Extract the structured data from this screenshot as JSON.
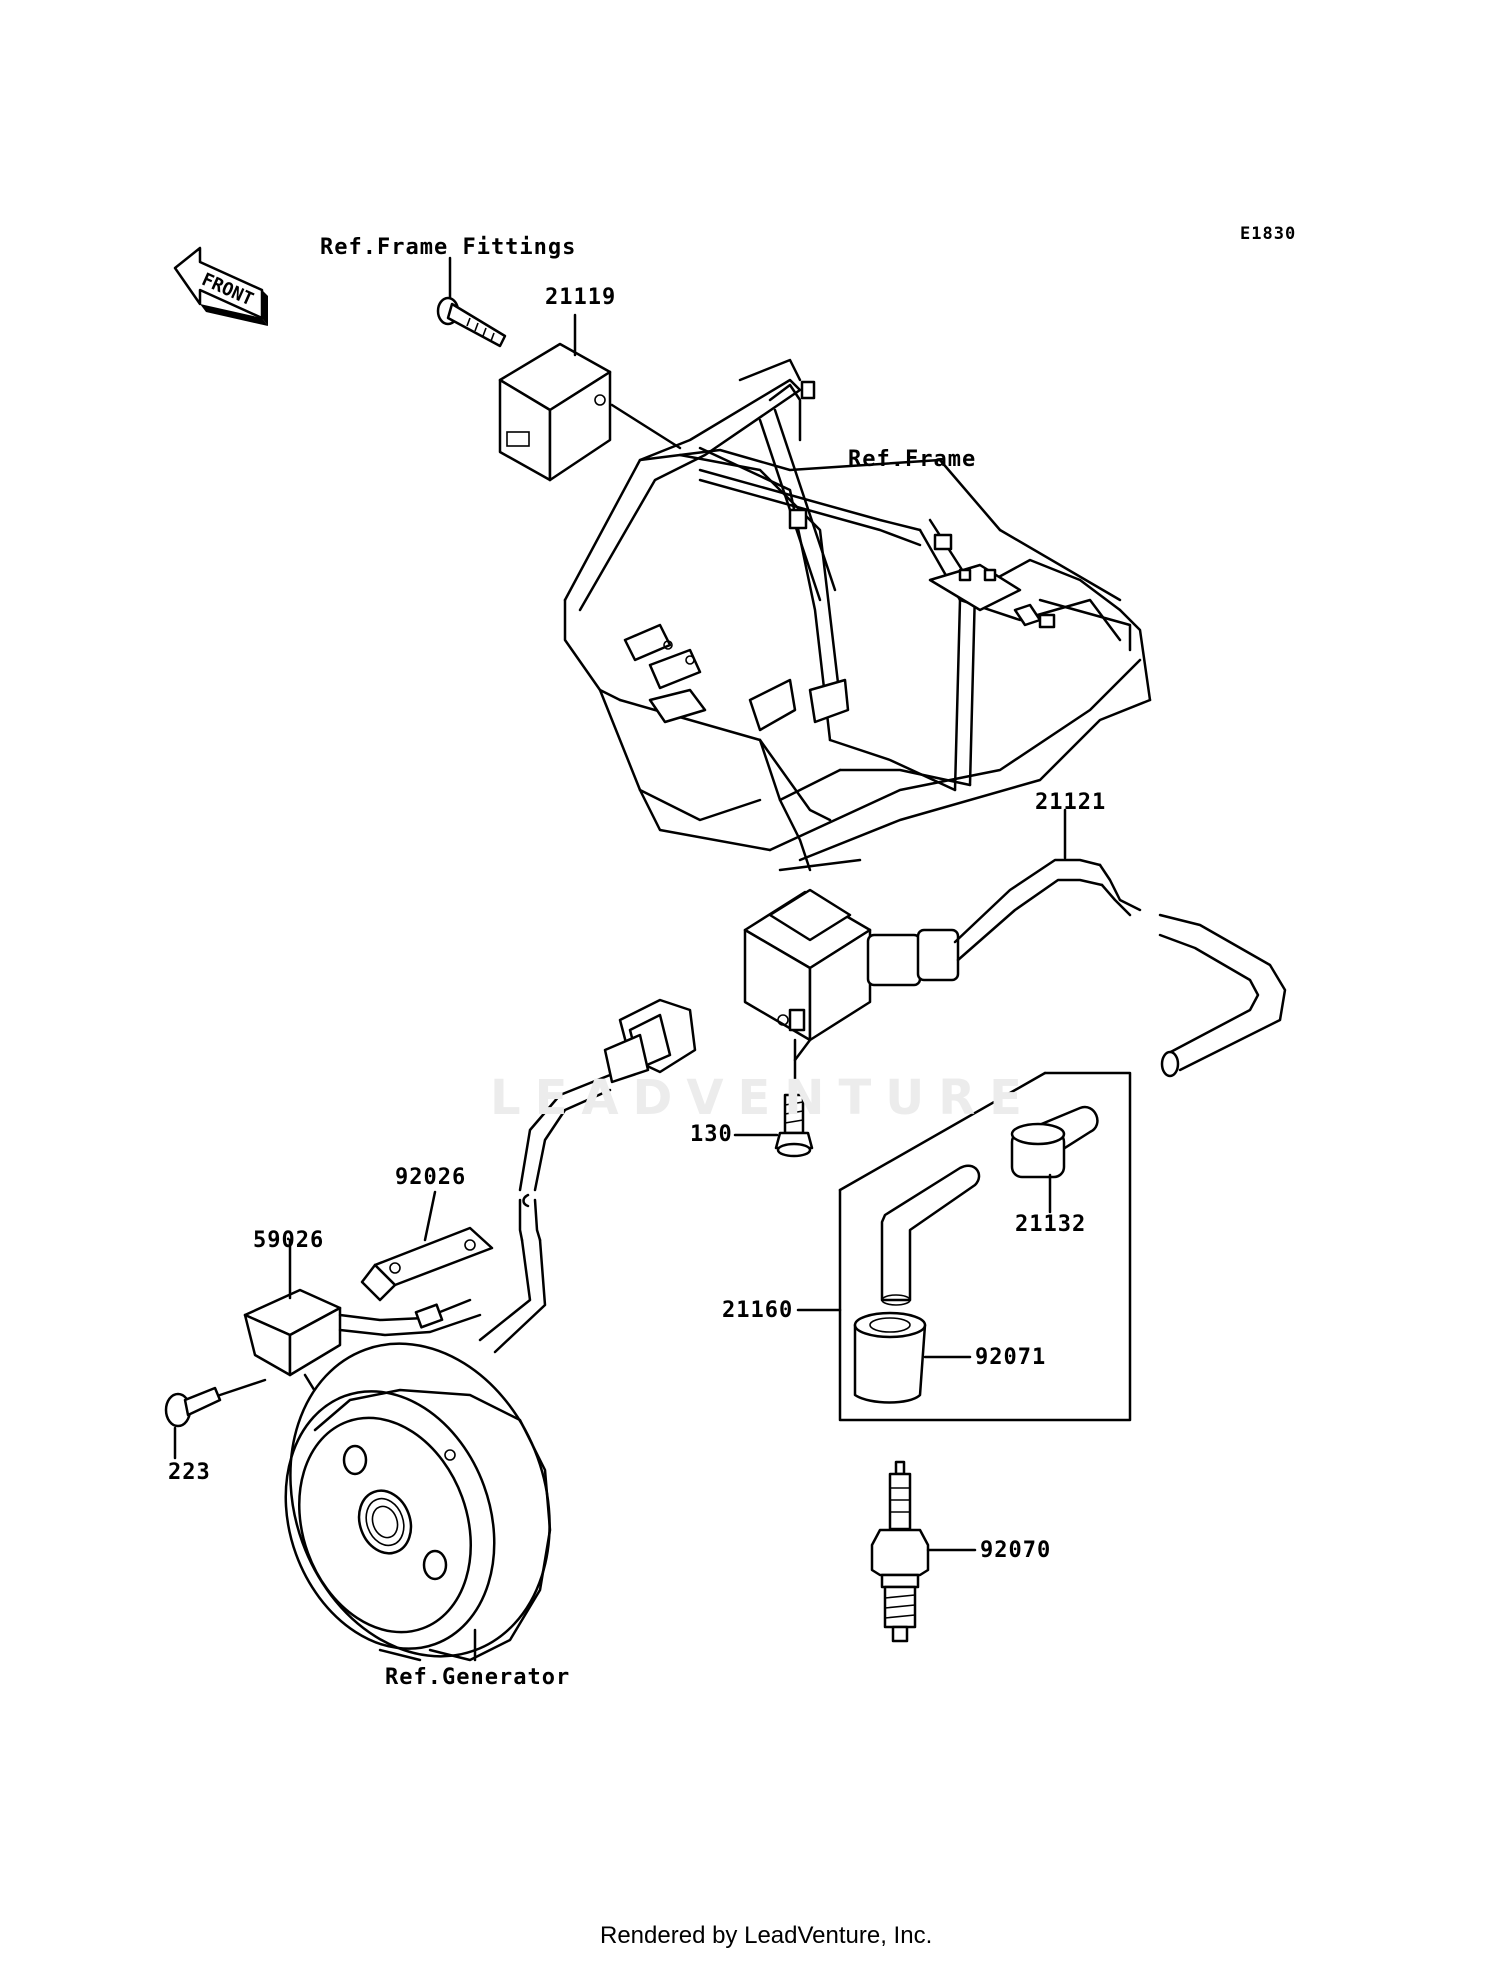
{
  "diagram_code": "E1830",
  "front_arrow_text": "FRONT",
  "watermark": "LEADVENTURE",
  "footer": "Rendered by LeadVenture, Inc.",
  "labels": {
    "ref_frame_fittings": "Ref.Frame Fittings",
    "p21119": "21119",
    "ref_frame": "Ref.Frame",
    "p21121": "21121",
    "p130": "130",
    "p92026": "92026",
    "p59026": "59026",
    "p223": "223",
    "p21132": "21132",
    "p21160": "21160",
    "p92071": "92071",
    "p92070": "92070",
    "ref_generator": "Ref.Generator"
  }
}
